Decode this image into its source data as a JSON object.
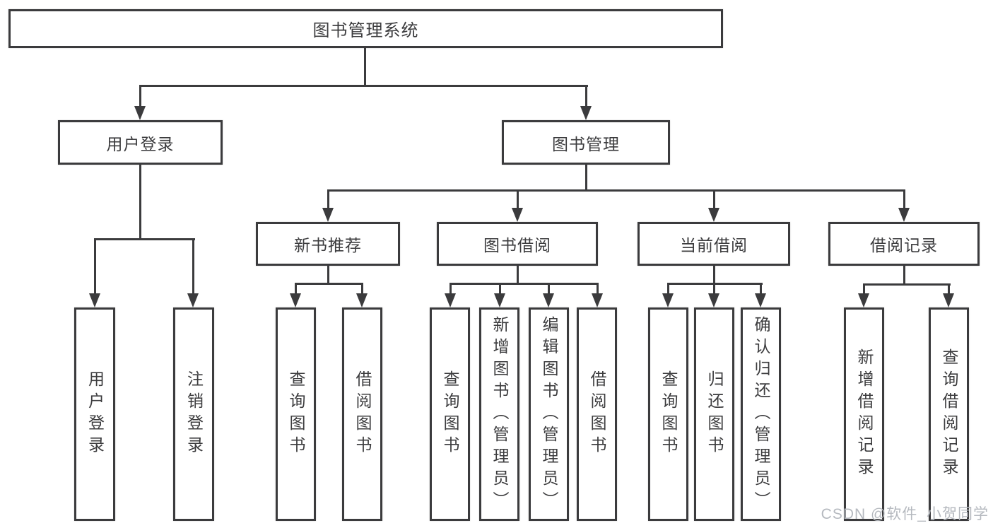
{
  "diagram": {
    "title": "图书管理系统",
    "level2": [
      "用户登录",
      "图书管理"
    ],
    "level3": [
      "新书推荐",
      "图书借阅",
      "当前借阅",
      "借阅记录"
    ],
    "leaves": [
      "用户登录",
      "注销登录",
      "查询图书",
      "借阅图书",
      "查询图书",
      "新增图书（管理员）",
      "编辑图书（管理员）",
      "借阅图书",
      "查询图书",
      "归还图书",
      "确认归还（管理员）",
      "新增借阅记录",
      "查询借阅记录"
    ],
    "watermark": "CSDN @软件_小贺同学",
    "colors": {
      "line": "#3b3b3d",
      "text": "#3c3c3e",
      "background": "#ffffff",
      "watermark": "#b5b9bf"
    }
  }
}
